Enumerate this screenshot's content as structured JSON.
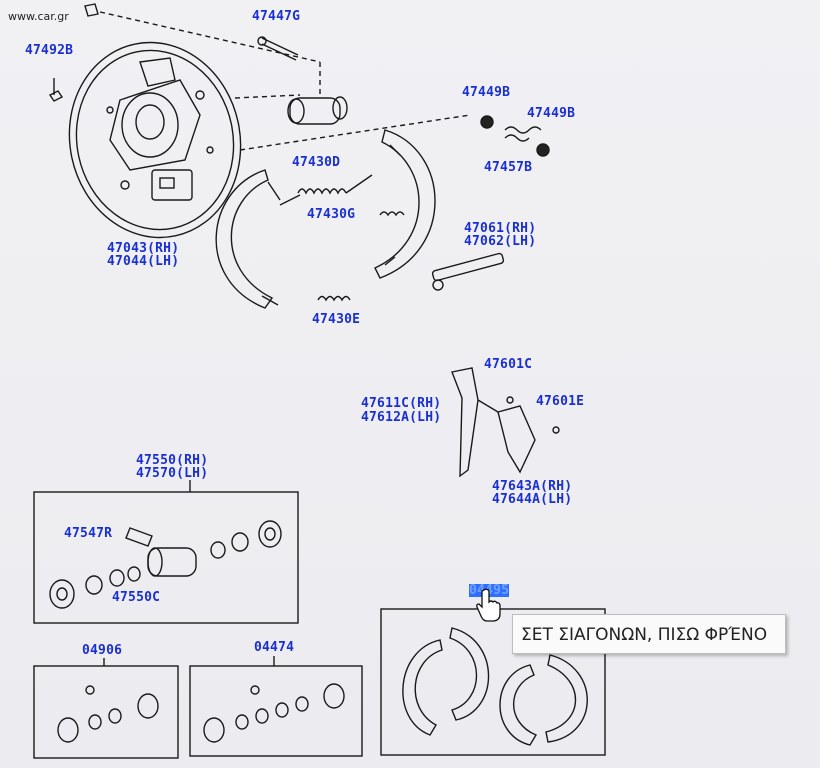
{
  "watermark": "www.car.gr",
  "tooltip_text": "ΣΕΤ ΣΙΑΓΟΝΩΝ, ΠΙΣΩ ΦΡΈΝΟ",
  "labels": {
    "p47447G": "47447G",
    "p47492B": "47492B",
    "p47449B_a": "47449B",
    "p47449B_b": "47449B",
    "p47457B": "47457B",
    "p47430D": "47430D",
    "p47430G": "47430G",
    "p47043": "47043(RH)",
    "p47044": "47044(LH)",
    "p47061": "47061(RH)",
    "p47062": "47062(LH)",
    "p47430E": "47430E",
    "p47601C": "47601C",
    "p47611C": "47611C(RH)",
    "p47612A": "47612A(LH)",
    "p47601E": "47601E",
    "p47643A": "47643A(RH)",
    "p47644A": "47644A(LH)",
    "p47550": "47550(RH)",
    "p47570": "47570(LH)",
    "p47547R": "47547R",
    "p47550C": "47550C",
    "p04906": "04906",
    "p04474": "04474",
    "p04495": "04495"
  },
  "colors": {
    "label": "#1a2fcf",
    "selection": "#2f6fff",
    "line": "#1a1a1a"
  }
}
